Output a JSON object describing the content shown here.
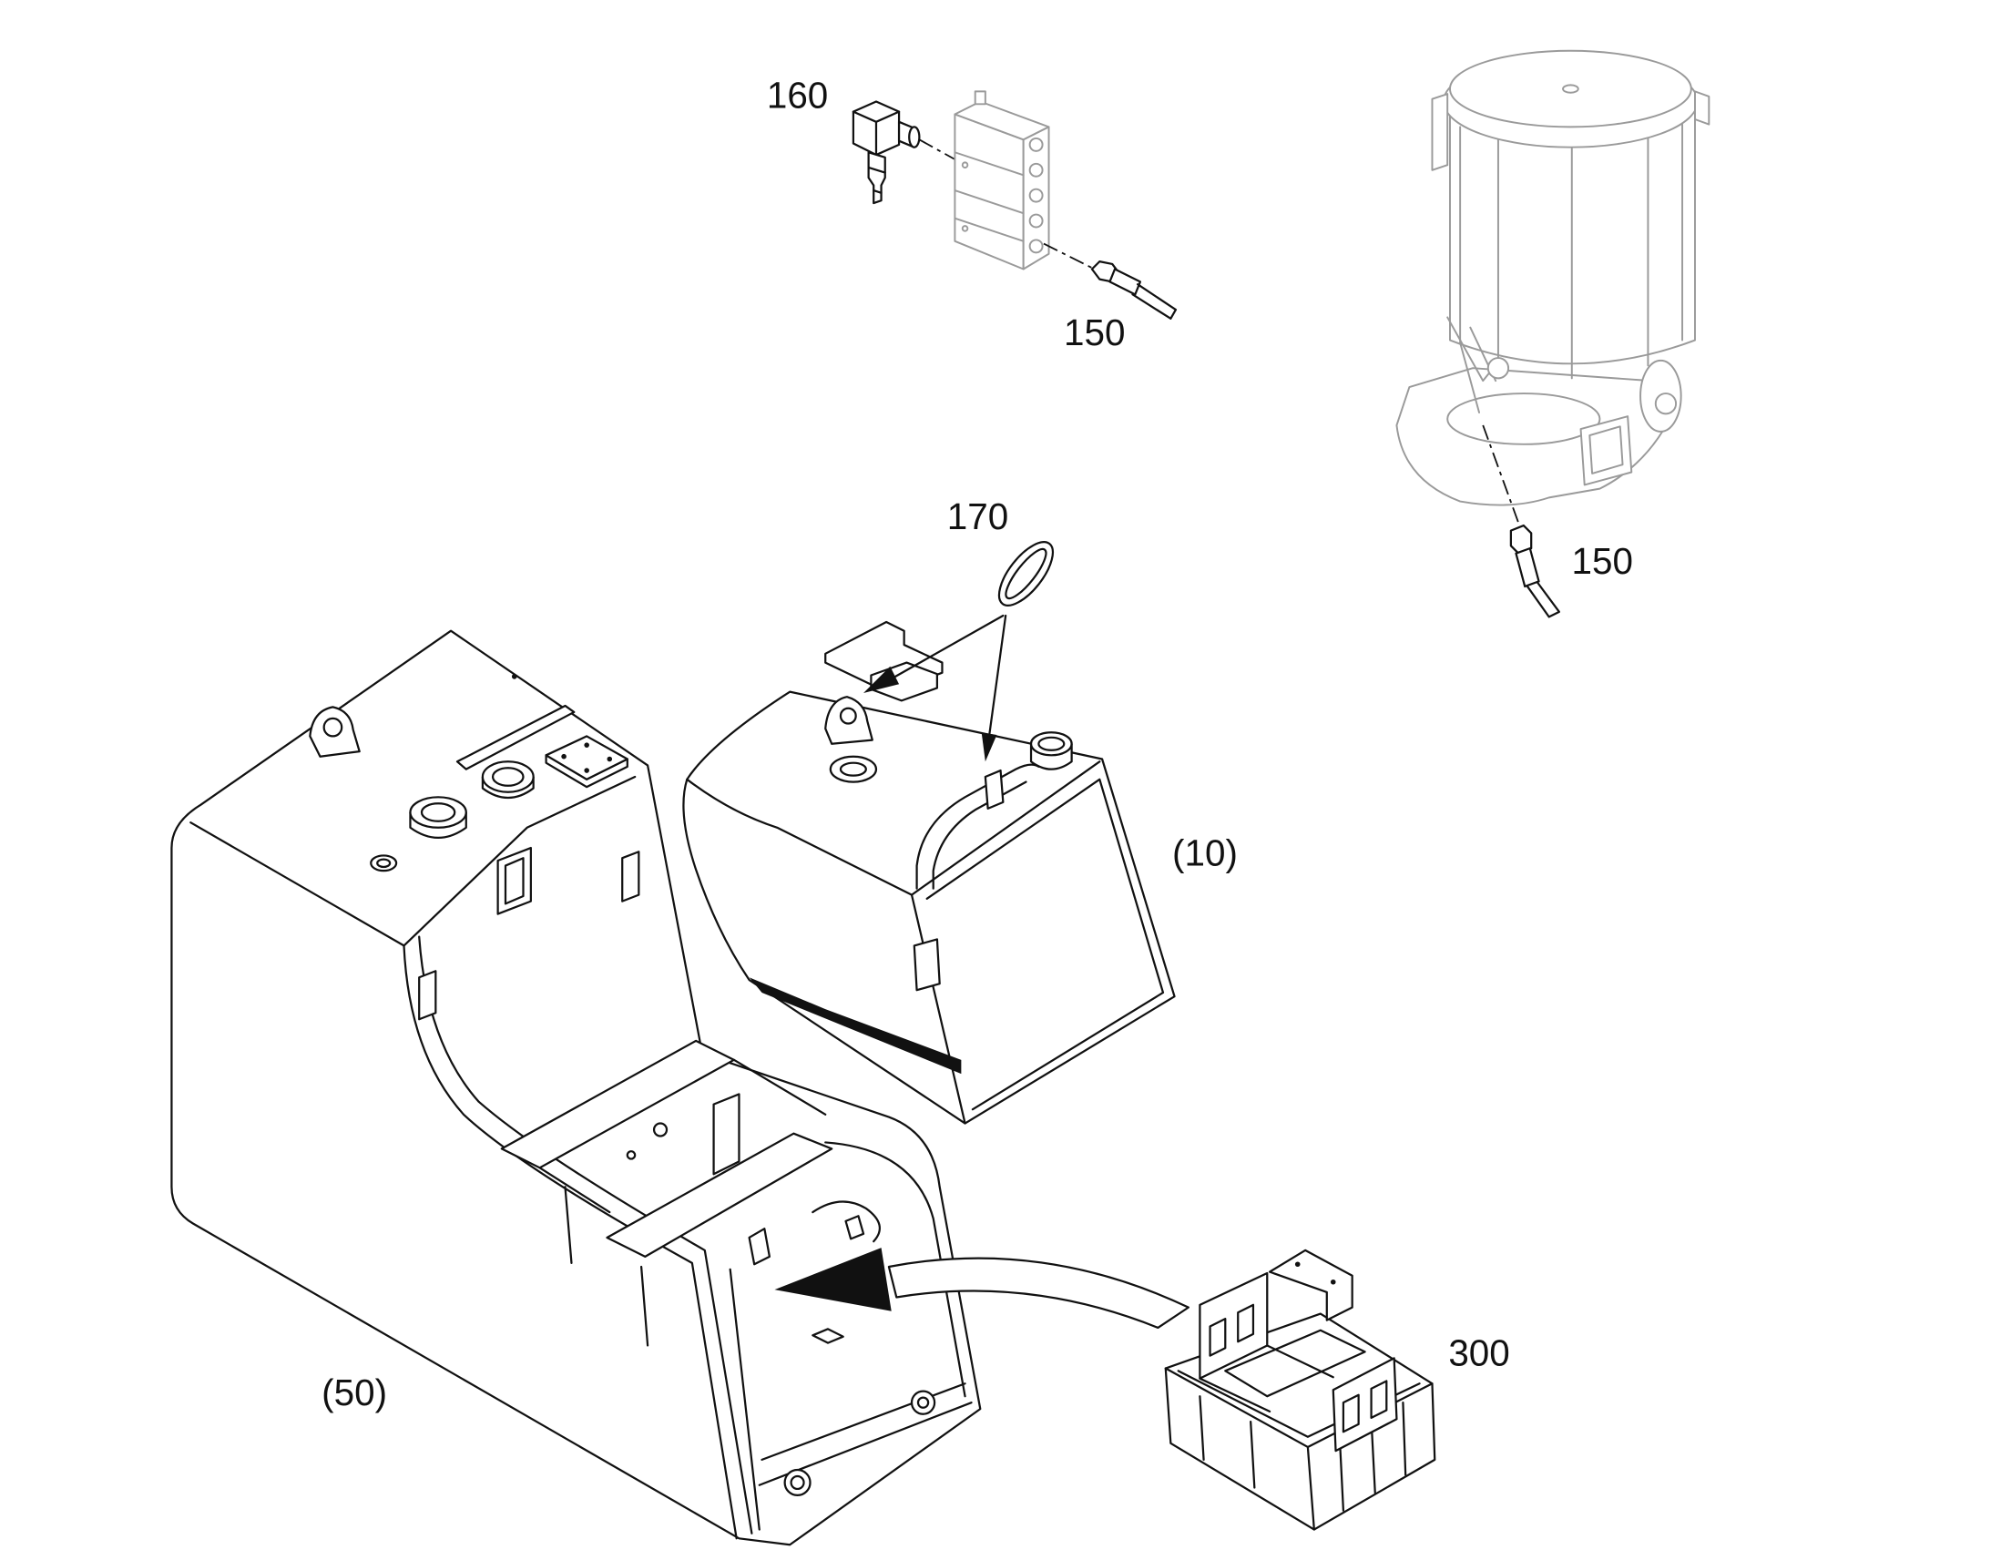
{
  "colors": {
    "line": "#111111",
    "faded": "#9a9a9a",
    "background": "#ffffff"
  },
  "callouts": [
    {
      "text": "160"
    },
    {
      "text": "150"
    },
    {
      "text": "150"
    },
    {
      "text": "170"
    },
    {
      "text": "(10)"
    },
    {
      "text": "300"
    },
    {
      "text": "(50)"
    }
  ]
}
